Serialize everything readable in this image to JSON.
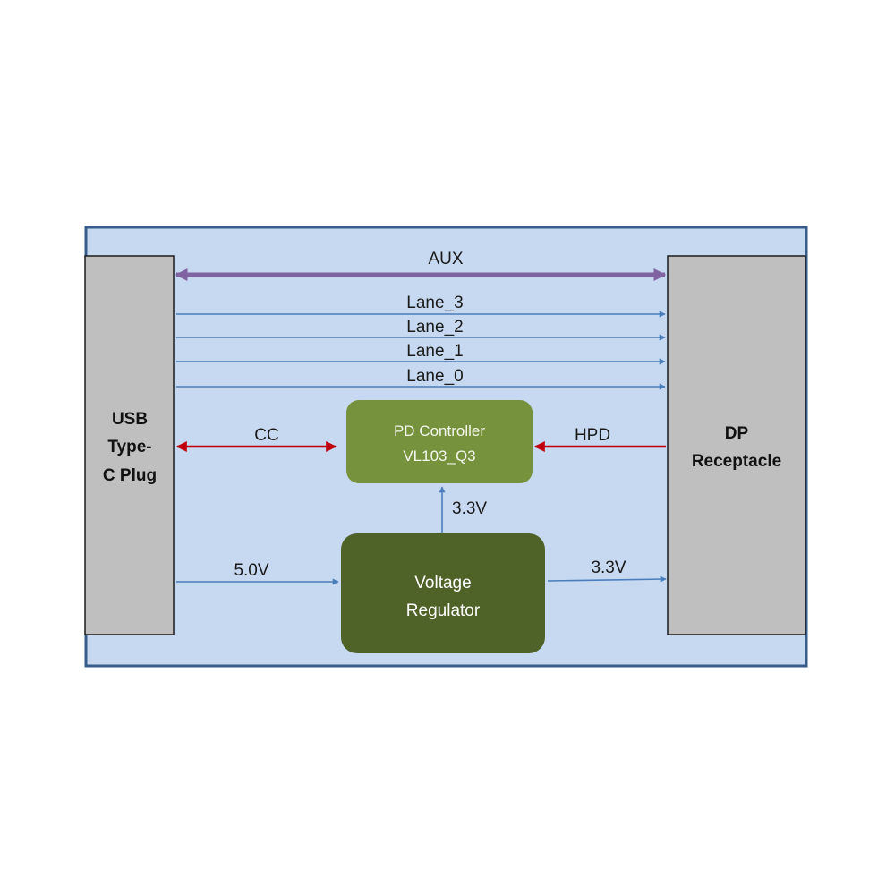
{
  "blocks": {
    "usb": {
      "line1": "USB",
      "line2": "Type-",
      "line3": "C Plug"
    },
    "dp": {
      "line1": "DP",
      "line2": "Receptacle"
    },
    "pd": {
      "line1": "PD Controller",
      "line2": "VL103_Q3"
    },
    "vreg": {
      "line1": "Voltage",
      "line2": "Regulator"
    }
  },
  "signals": {
    "aux": "AUX",
    "lane3": "Lane_3",
    "lane2": "Lane_2",
    "lane1": "Lane_1",
    "lane0": "Lane_0",
    "cc": "CC",
    "hpd": "HPD",
    "v_in": "5.0V",
    "v_pd": "3.3V",
    "v_dp": "3.3V"
  },
  "colors": {
    "background_panel": "#c6d9f0",
    "panel_border": "#385d8a",
    "connector_fill": "#bfbfbf",
    "pd_fill": "#76923c",
    "vreg_fill": "#4f6228",
    "blue_line": "#4a7ebb",
    "aux_line": "#8064a2",
    "red_line": "#c0000b"
  }
}
